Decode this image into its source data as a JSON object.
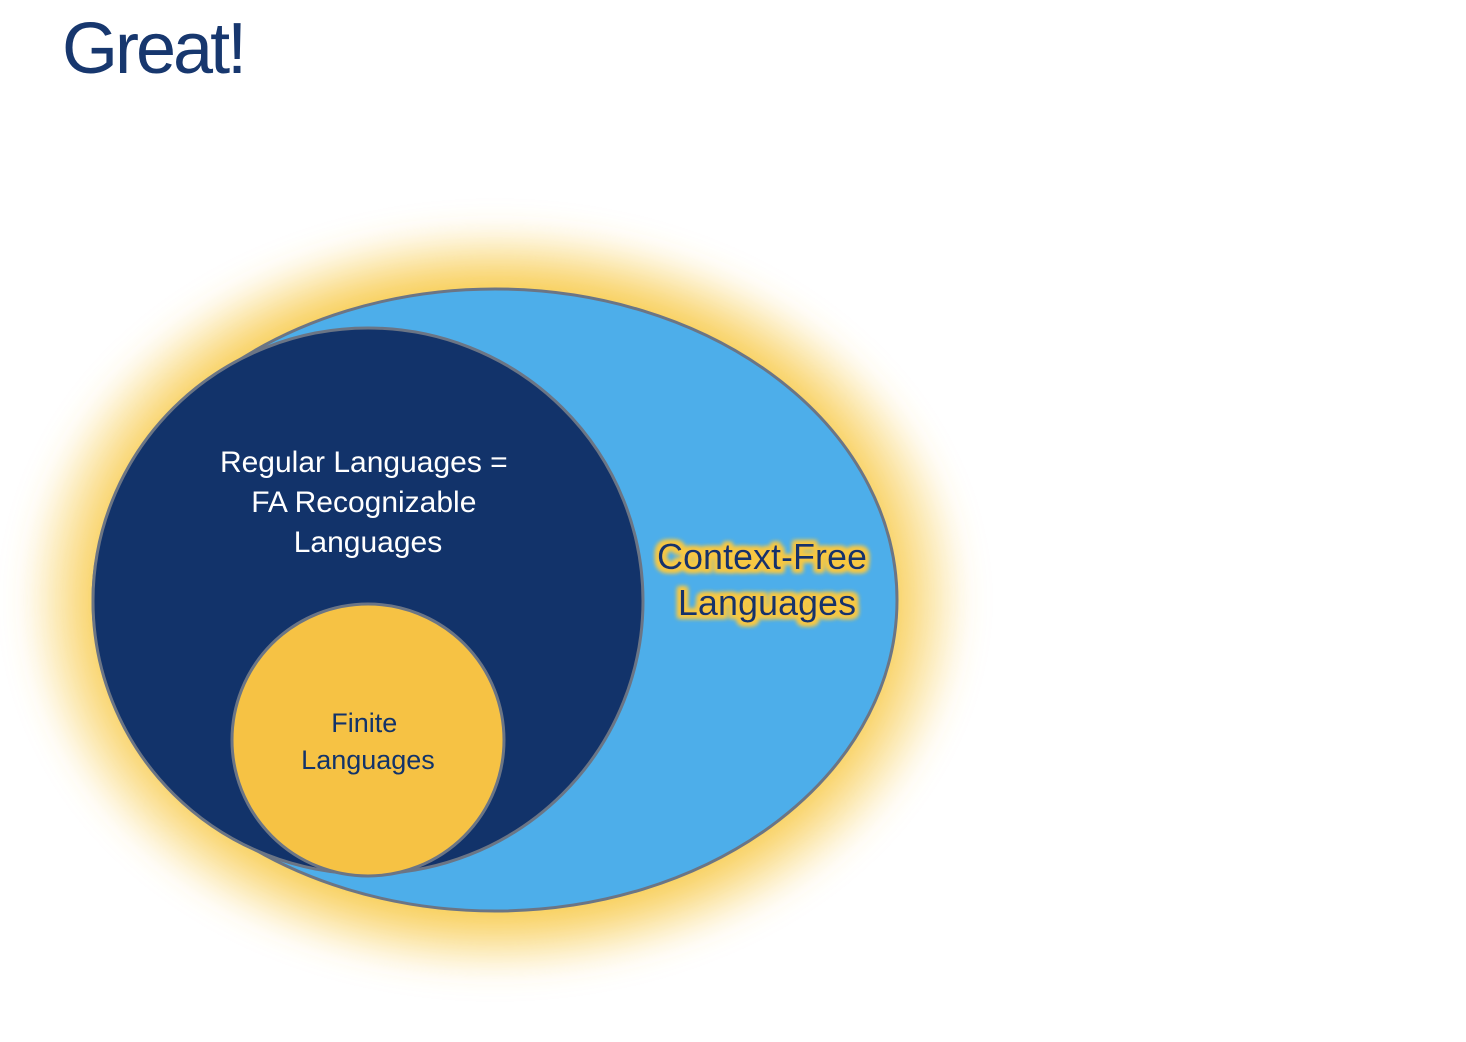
{
  "slide": {
    "title": "Great!"
  },
  "diagram": {
    "outer_set": {
      "label_lines": [
        "Context-Free",
        "Languages"
      ]
    },
    "middle_set": {
      "label_lines": [
        "Regular Languages =",
        "FA Recognizable",
        "Languages"
      ]
    },
    "inner_set": {
      "label_lines": [
        "Finite",
        "Languages"
      ]
    }
  },
  "colors": {
    "title": "#17376e",
    "glow": "#f7c843",
    "outer_fill": "#4daeea",
    "middle_fill": "#12336a",
    "inner_fill": "#f6c244",
    "stroke": "#6b7585",
    "middle_text": "#ffffff",
    "inner_text": "#12336a",
    "outer_text": "#12336a",
    "outer_text_glow": "#f7c843"
  }
}
